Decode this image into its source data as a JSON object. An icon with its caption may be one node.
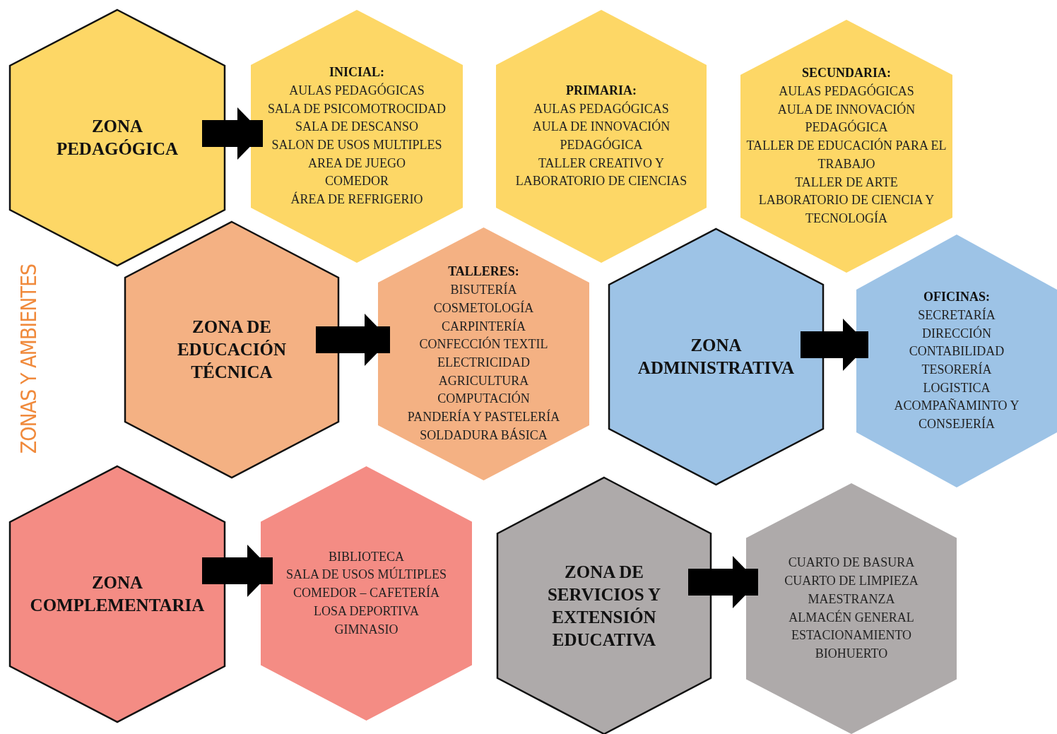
{
  "diagram": {
    "nodes": [
      {
        "text": [
          "ZONA PEDAGÓGICA"
        ]
      },
      {
        "text": [
          "INICIAL:",
          "AULAS PEDAGÓGICAS",
          "SALA DE PSICOMOTROCIDAD",
          "SALA DE DESCANSO",
          "SALON DE USOS MULTIPLES",
          "AREA DE JUEGO",
          "COMEDOR",
          "ÁREA DE REFRIGERIO"
        ]
      },
      {
        "text": [
          "PRIMARIA:",
          "AULAS PEDAGÓGICAS",
          "AULA DE INNOVACIÓN PEDAGÓGICA",
          "TALLER CREATIVO Y LABORATORIO DE CIENCIAS"
        ]
      },
      {
        "text": [
          "SECUNDARIA:",
          "AULAS PEDAGÓGICAS",
          "AULA DE INNOVACIÓN PEDAGÓGICA",
          "TALLER DE EDUCACIÓN PARA EL TRABAJO",
          "TALLER DE ARTE",
          "LABORATORIO DE CIENCIA Y TECNOLOGÍA"
        ]
      },
      {
        "text": [
          "ZONA DE EDUCACIÓN TÉCNICA"
        ]
      },
      {
        "text": [
          "TALLERES:",
          "BISUTERÍA",
          "COSMETOLOGÍA",
          "CARPINTERÍA",
          "CONFECCIÓN TEXTIL",
          "ELECTRICIDAD",
          "AGRICULTURA",
          "COMPUTACIÓN",
          "PANDERÍA Y PASTELERÍA",
          "SOLDADURA BÁSICA"
        ]
      },
      {
        "text": [
          "ZONA ADMINISTRATIVA"
        ]
      },
      {
        "text": [
          "OFICINAS:",
          "SECRETARÍA",
          "DIRECCIÓN",
          "CONTABILIDAD",
          "TESORERÍA",
          "LOGISTICA",
          "ACOMPAÑAMINTO Y CONSEJERÍA"
        ]
      },
      {
        "text": [
          "ZONA COMPLEMENTARIA"
        ]
      },
      {
        "text": [
          "BIBLIOTECA",
          "SALA DE USOS MÚLTIPLES",
          "COMEDOR – CAFETERÍA",
          "LOSA DEPORTIVA",
          "GIMNASIO"
        ]
      },
      {
        "text": [
          "ZONA DE SERVICIOS Y EXTENSIÓN EDUCATIVA"
        ]
      },
      {
        "text": [
          "CUARTO DE BASURA",
          "CUARTO DE LIMPIEZA",
          "MAESTRANZA",
          "ALMACÉN GENERAL",
          "ESTACIONAMIENTO",
          "BIOHUERTO"
        ]
      }
    ],
    "edges": [
      {
        "from": 0,
        "to": 1,
        "arrow": "to"
      },
      {
        "from": 4,
        "to": 5,
        "arrow": "to"
      },
      {
        "from": 6,
        "to": 7,
        "arrow": "to"
      },
      {
        "from": 8,
        "to": 9,
        "arrow": "to"
      },
      {
        "from": 10,
        "to": 11,
        "arrow": "to"
      }
    ],
    "labels": [
      "ZONAS Y AMBIENTES"
    ]
  }
}
